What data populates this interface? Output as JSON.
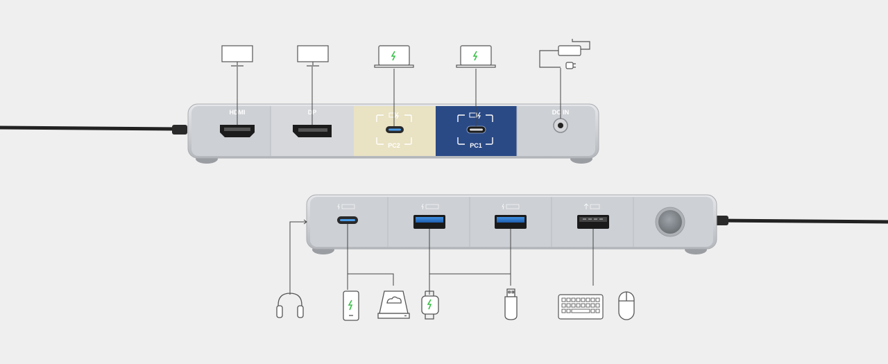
{
  "front_panel": {
    "ports": [
      {
        "id": "hdmi",
        "label": "HDMI"
      },
      {
        "id": "dp",
        "label": "DP"
      },
      {
        "id": "pc2",
        "label": "PC2"
      },
      {
        "id": "pc1",
        "label": "PC1"
      },
      {
        "id": "dcin",
        "label": "DC IN"
      }
    ],
    "colors": {
      "pc2_panel": "#e9e2c3",
      "pc1_panel": "#2a4a86"
    },
    "devices": [
      "monitor-icon",
      "monitor-icon",
      "laptop-charging-icon",
      "laptop-charging-icon",
      "power-adapter-icon"
    ]
  },
  "back_panel": {
    "ports": [
      {
        "id": "usbc-10gbps",
        "type": "usb-c"
      },
      {
        "id": "usba-10gbps-1",
        "type": "usb-a-blue"
      },
      {
        "id": "usba-10gbps-2",
        "type": "usb-a-blue"
      },
      {
        "id": "usba-2",
        "type": "usb-a-black"
      },
      {
        "id": "power-button",
        "type": "button"
      }
    ],
    "devices": [
      "headphones-icon",
      "phone-charging-icon",
      "external-drive-icon",
      "smartwatch-icon",
      "usb-flash-drive-icon",
      "keyboard-icon",
      "mouse-icon"
    ]
  }
}
